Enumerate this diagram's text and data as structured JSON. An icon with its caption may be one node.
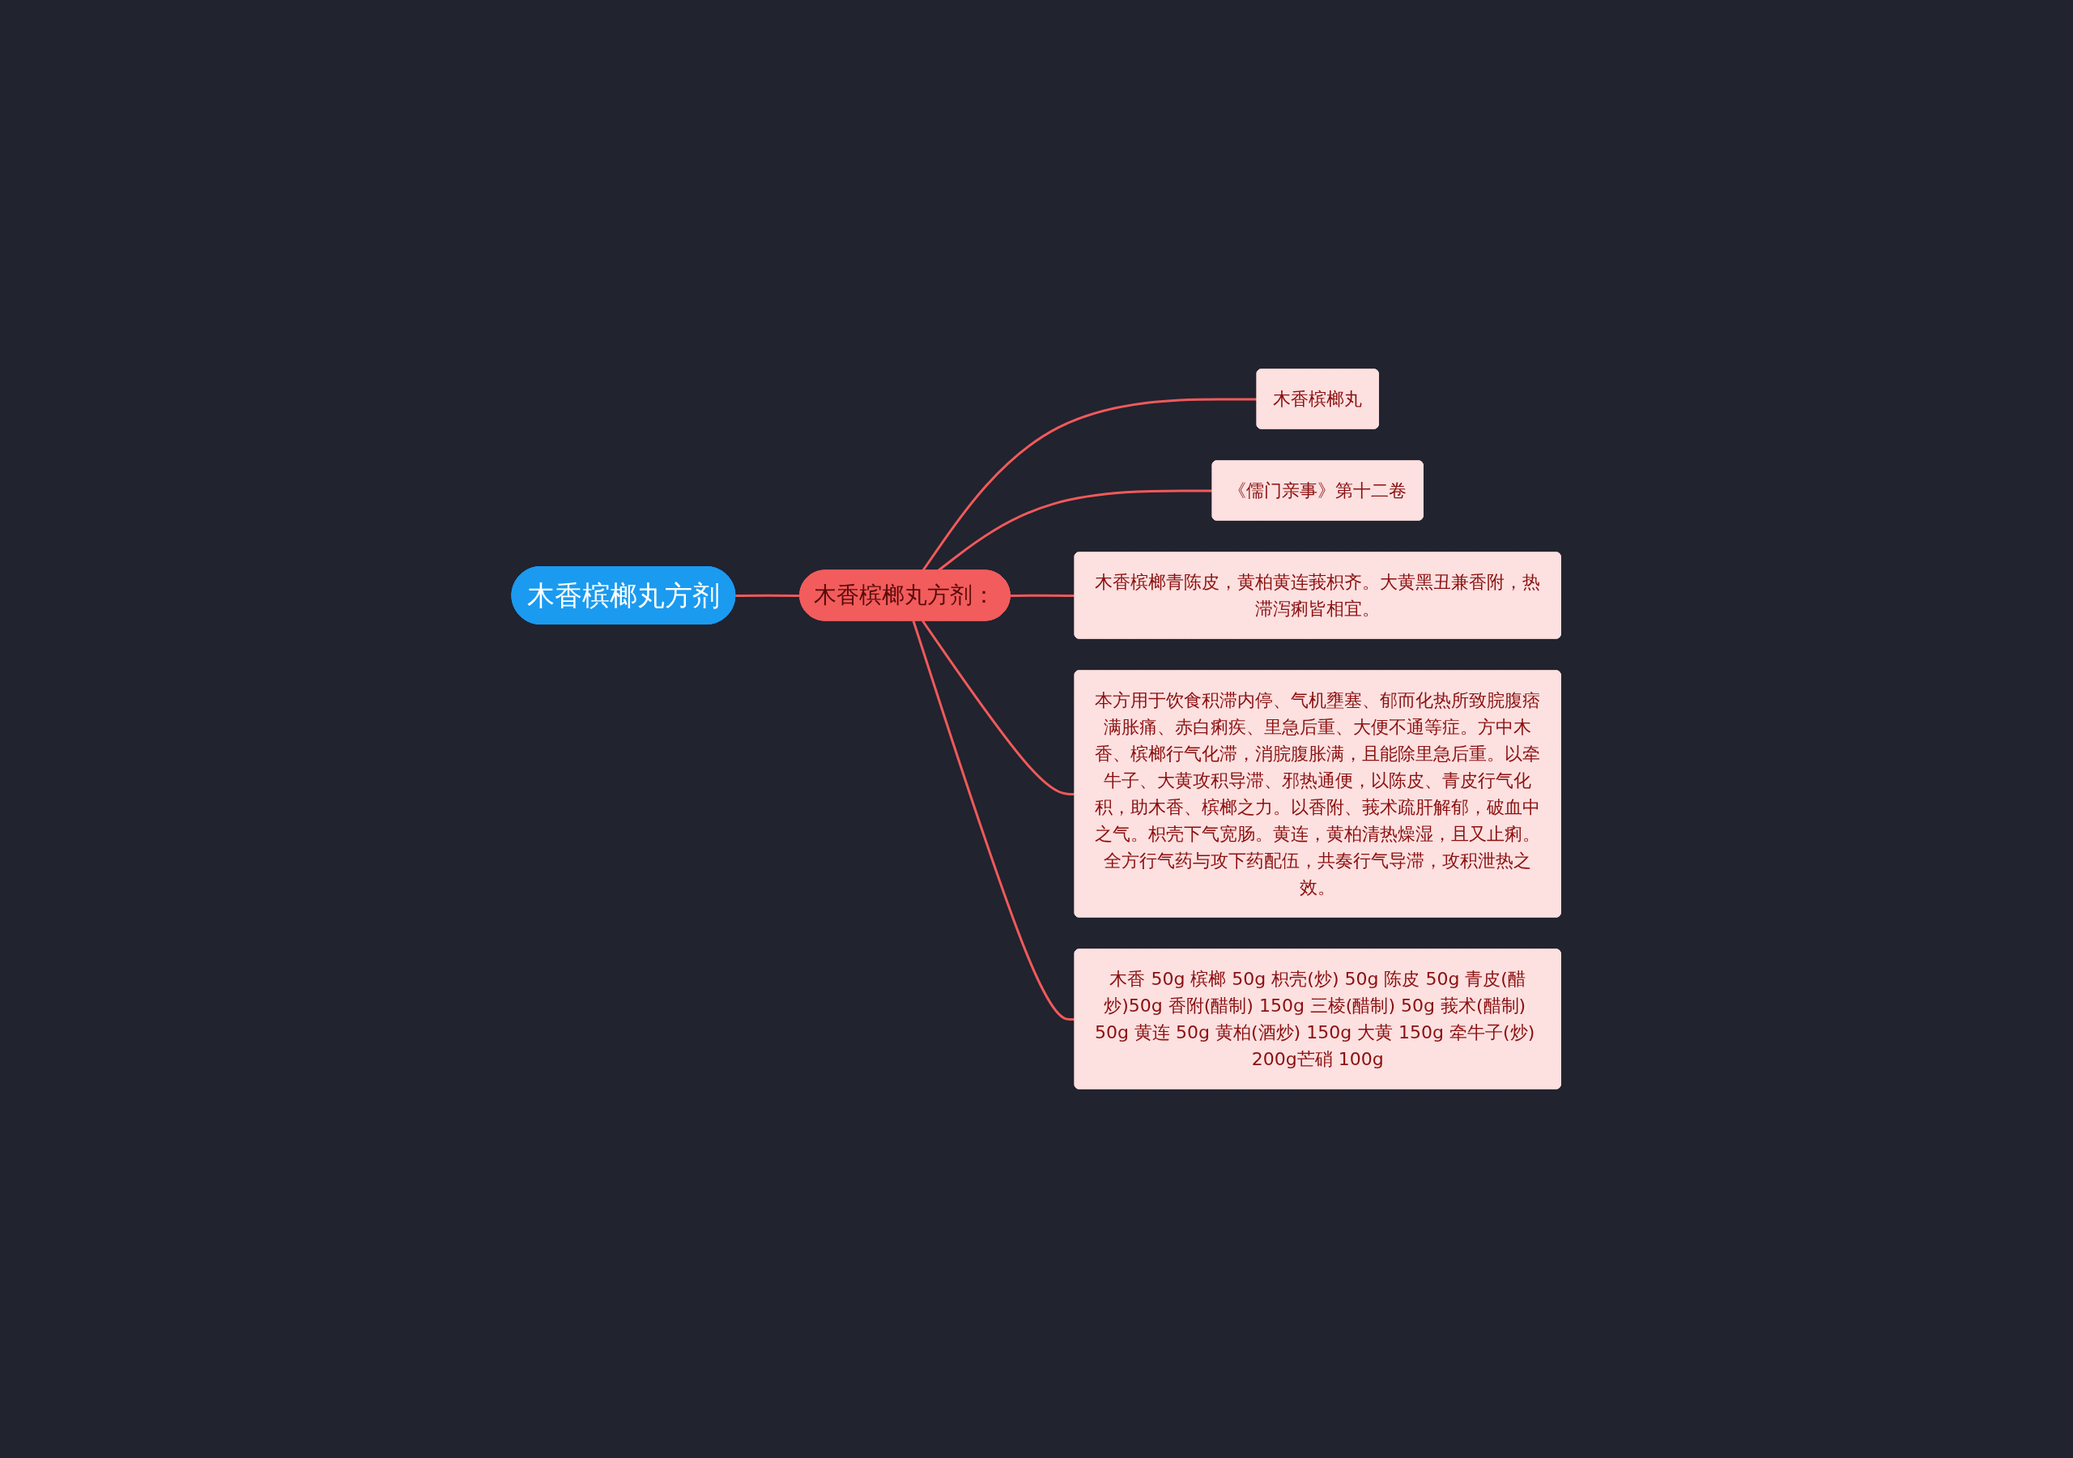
{
  "diagram": {
    "nodes": [
      {
        "text": [
          "木香槟榔丸方剂"
        ]
      },
      {
        "text": [
          "木香槟榔丸方剂："
        ]
      },
      {
        "text": [
          "木香槟榔丸"
        ]
      },
      {
        "text": [
          "《儒门亲事》第十二卷"
        ]
      },
      {
        "text": [
          "木香槟榔青陈皮，黄柏黄连莪枳齐。大黄黑丑兼香附，热滞泻痢皆相宜。"
        ]
      },
      {
        "text": [
          "本方用于饮食积滞内停、气机壅塞、郁而化热所致脘腹痞满胀痛、赤白痢疾、里急后重、大便不通等症。方中木香、槟榔行气化滞，消脘腹胀满，且能除里急后重。以牵牛子、大黄攻积导滞、邪热通便，以陈皮、青皮行气化积，助木香、槟榔之力。以香附、莪术疏肝解郁，破血中之气。枳壳下气宽肠。黄连，黄柏清热燥湿，且又止痢。全方行气药与攻下药配伍，共奏行气导滞，攻积泄热之效。"
        ]
      },
      {
        "text": [
          "木香 50g 槟榔 50g 枳壳(炒) 50g 陈皮 50g 青皮(醋炒)50g 香附(醋制) 150g 三棱(醋制) 50g 莪术(醋制) 50g 黄连 50g 黄柏(酒炒) 150g 大黄 150g 牵牛子(炒) 200g芒硝 100g"
        ]
      }
    ],
    "edges": [
      {
        "from": 0,
        "to": 1,
        "arrow": "none"
      },
      {
        "from": 1,
        "to": 2,
        "arrow": "none"
      },
      {
        "from": 1,
        "to": 3,
        "arrow": "none"
      },
      {
        "from": 1,
        "to": 4,
        "arrow": "none"
      },
      {
        "from": 1,
        "to": 5,
        "arrow": "none"
      },
      {
        "from": 1,
        "to": 6,
        "arrow": "none"
      }
    ]
  }
}
